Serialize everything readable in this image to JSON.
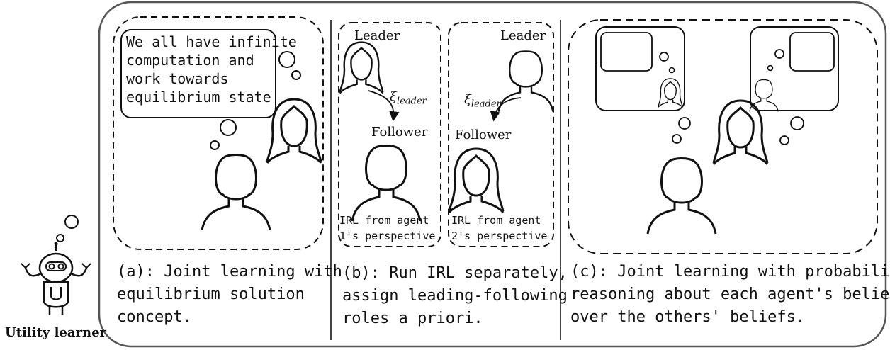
{
  "panel_a": {
    "bubble_text": "We all have infinite\ncomputation and\nwork towards\nequilibrium state",
    "caption": "(a): Joint learning with\nequilibrium solution\nconcept."
  },
  "panel_b": {
    "left": {
      "leader_label": "Leader",
      "xi_symbol": "ξ",
      "xi_subscript": "leader",
      "follower_label": "Follower",
      "irl_text": "IRL from agent\n1's perspective"
    },
    "right": {
      "leader_label": "Leader",
      "xi_symbol": "ξ",
      "xi_subscript": "leader",
      "follower_label": "Follower",
      "irl_text": "IRL from agent\n2's perspective"
    },
    "caption": "(b): Run IRL separately,\nassign leading-following\nroles a priori."
  },
  "panel_c": {
    "caption": "(c): Joint learning with probabilistic\nreasoning about each agent's belief\nover the others' beliefs."
  },
  "utility_learner": {
    "label": "Utility learner"
  }
}
